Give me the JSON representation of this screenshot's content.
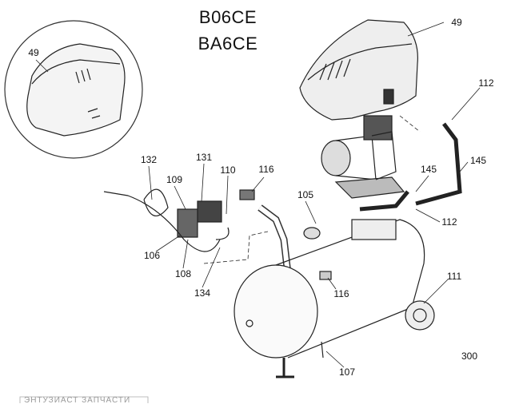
{
  "models": [
    "B06CE",
    "BA6CE"
  ],
  "part_labels": {
    "inset_49": "49",
    "cover_49": "49",
    "elbow_112_top": "112",
    "cable_132": "132",
    "switch_131": "131",
    "valve_109": "109",
    "screw_110": "110",
    "fitting_116_top": "116",
    "fitting_105": "105",
    "pipe_145_right": "145",
    "pipe_145_mid": "145",
    "elbow_112_mid": "112",
    "fitting_106": "106",
    "fitting_108": "108",
    "tube_134": "134",
    "fitting_116_bottom": "116",
    "wheel_111": "111",
    "ref_300": "300",
    "drain_107": "107"
  },
  "watermark": "ЭНТУЗИАСТ ЗАПЧАСТИ"
}
